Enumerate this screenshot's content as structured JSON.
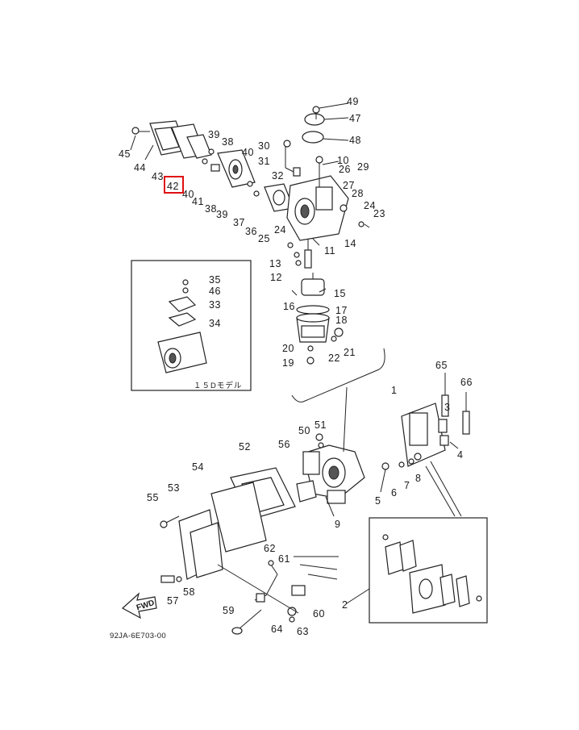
{
  "diagram": {
    "catalog_code": "92JA-6E703-00",
    "inset_caption": "１５Dモデル",
    "fwd_label": "FWD",
    "highlighted_part": "42",
    "highlight_color": "#e01010",
    "part_labels": [
      {
        "id": "p49",
        "text": "49"
      },
      {
        "id": "p47",
        "text": "47"
      },
      {
        "id": "p48",
        "text": "48"
      },
      {
        "id": "p45",
        "text": "45"
      },
      {
        "id": "p44",
        "text": "44"
      },
      {
        "id": "p43",
        "text": "43"
      },
      {
        "id": "p42",
        "text": "42"
      },
      {
        "id": "p40a",
        "text": "40"
      },
      {
        "id": "p39a",
        "text": "39"
      },
      {
        "id": "p38a",
        "text": "38"
      },
      {
        "id": "p40b",
        "text": "40"
      },
      {
        "id": "p41",
        "text": "41"
      },
      {
        "id": "p38b",
        "text": "38"
      },
      {
        "id": "p39b",
        "text": "39"
      },
      {
        "id": "p37",
        "text": "37"
      },
      {
        "id": "p36",
        "text": "36"
      },
      {
        "id": "p30",
        "text": "30"
      },
      {
        "id": "p31",
        "text": "31"
      },
      {
        "id": "p32",
        "text": "32"
      },
      {
        "id": "p10",
        "text": "10"
      },
      {
        "id": "p26",
        "text": "26"
      },
      {
        "id": "p29",
        "text": "29"
      },
      {
        "id": "p27",
        "text": "27"
      },
      {
        "id": "p28",
        "text": "28"
      },
      {
        "id": "p24a",
        "text": "24"
      },
      {
        "id": "p23",
        "text": "23"
      },
      {
        "id": "p24b",
        "text": "24"
      },
      {
        "id": "p25",
        "text": "25"
      },
      {
        "id": "p14",
        "text": "14"
      },
      {
        "id": "p13",
        "text": "13"
      },
      {
        "id": "p11",
        "text": "11"
      },
      {
        "id": "p12",
        "text": "12"
      },
      {
        "id": "p35",
        "text": "35"
      },
      {
        "id": "p46",
        "text": "46"
      },
      {
        "id": "p33",
        "text": "33"
      },
      {
        "id": "p34",
        "text": "34"
      },
      {
        "id": "p15",
        "text": "15"
      },
      {
        "id": "p16",
        "text": "16"
      },
      {
        "id": "p17",
        "text": "17"
      },
      {
        "id": "p18",
        "text": "18"
      },
      {
        "id": "p20",
        "text": "20"
      },
      {
        "id": "p22",
        "text": "22"
      },
      {
        "id": "p21",
        "text": "21"
      },
      {
        "id": "p19",
        "text": "19"
      },
      {
        "id": "p65",
        "text": "65"
      },
      {
        "id": "p66",
        "text": "66"
      },
      {
        "id": "p1",
        "text": "1"
      },
      {
        "id": "p3",
        "text": "3"
      },
      {
        "id": "p4",
        "text": "4"
      },
      {
        "id": "p50",
        "text": "50"
      },
      {
        "id": "p51",
        "text": "51"
      },
      {
        "id": "p52",
        "text": "52"
      },
      {
        "id": "p56",
        "text": "56"
      },
      {
        "id": "p54",
        "text": "54"
      },
      {
        "id": "p53",
        "text": "53"
      },
      {
        "id": "p55",
        "text": "55"
      },
      {
        "id": "p5",
        "text": "5"
      },
      {
        "id": "p6",
        "text": "6"
      },
      {
        "id": "p7",
        "text": "7"
      },
      {
        "id": "p8",
        "text": "8"
      },
      {
        "id": "p9",
        "text": "9"
      },
      {
        "id": "p62",
        "text": "62"
      },
      {
        "id": "p61",
        "text": "61"
      },
      {
        "id": "p57",
        "text": "57"
      },
      {
        "id": "p58",
        "text": "58"
      },
      {
        "id": "p59",
        "text": "59"
      },
      {
        "id": "p60",
        "text": "60"
      },
      {
        "id": "p64",
        "text": "64"
      },
      {
        "id": "p63",
        "text": "63"
      },
      {
        "id": "p2",
        "text": "2"
      }
    ]
  }
}
